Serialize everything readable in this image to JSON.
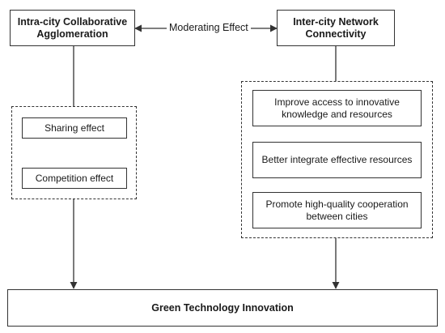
{
  "nodes": {
    "intra_city": "Intra-city Collaborative Agglomeration",
    "inter_city": "Inter-city Network Connectivity",
    "outcome": "Green Technology Innovation"
  },
  "edge_label": "Moderating Effect",
  "intra_mechanisms": [
    "Sharing effect",
    "Competition effect"
  ],
  "inter_mechanisms": [
    "Improve access to innovative knowledge and resources",
    "Better integrate effective resources",
    "Promote high-quality cooperation between cities"
  ],
  "colors": {
    "line": "#333333",
    "background": "#ffffff"
  }
}
